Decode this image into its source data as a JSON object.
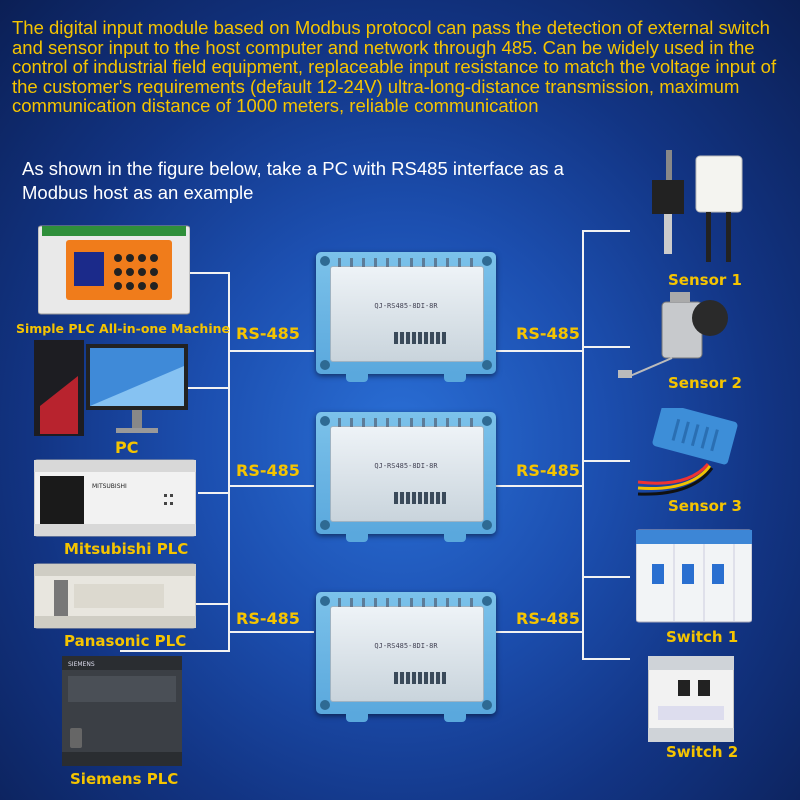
{
  "intro": "The digital input module based on Modbus protocol can pass the detection of external switch and sensor input to the host computer and network through 485. Can be widely used in the control of industrial field equipment, replaceable input resistance to match the voltage input of the customer's requirements (default 12-24V) ultra-long-distance transmission, maximum communication distance of 1000 meters, reliable communication",
  "example": "As shown in the figure below, take a PC with RS485 interface as a Modbus host as an example",
  "left_devices": [
    {
      "label": "Simple PLC All-in-one Machine",
      "icon": "plc-hmi-icon"
    },
    {
      "label": "PC",
      "icon": "desktop-pc-icon"
    },
    {
      "label": "Mitsubishi PLC",
      "icon": "mitsubishi-plc-icon"
    },
    {
      "label": "Panasonic PLC",
      "icon": "panasonic-plc-icon"
    },
    {
      "label": "Siemens PLC",
      "icon": "siemens-plc-icon"
    }
  ],
  "right_devices": [
    {
      "label": "Sensor 1",
      "icon": "linear-sensor-icon"
    },
    {
      "label": "Sensor 2",
      "icon": "draw-wire-sensor-icon"
    },
    {
      "label": "Sensor 3",
      "icon": "humidity-sensor-icon"
    },
    {
      "label": "Switch 1",
      "icon": "breaker-switch-icon"
    },
    {
      "label": "Switch 2",
      "icon": "breaker-switch-icon"
    }
  ],
  "bus_labels": {
    "left": [
      "RS-485",
      "RS-485",
      "RS-485"
    ],
    "right": [
      "RS-485",
      "RS-485",
      "RS-485"
    ]
  },
  "module_tag": "QJ-RS485-8DI-8R",
  "colors": {
    "accent": "#f5c400",
    "text": "#ffffff",
    "module": "#6ab4e3",
    "wire": "#f2f2f2"
  }
}
